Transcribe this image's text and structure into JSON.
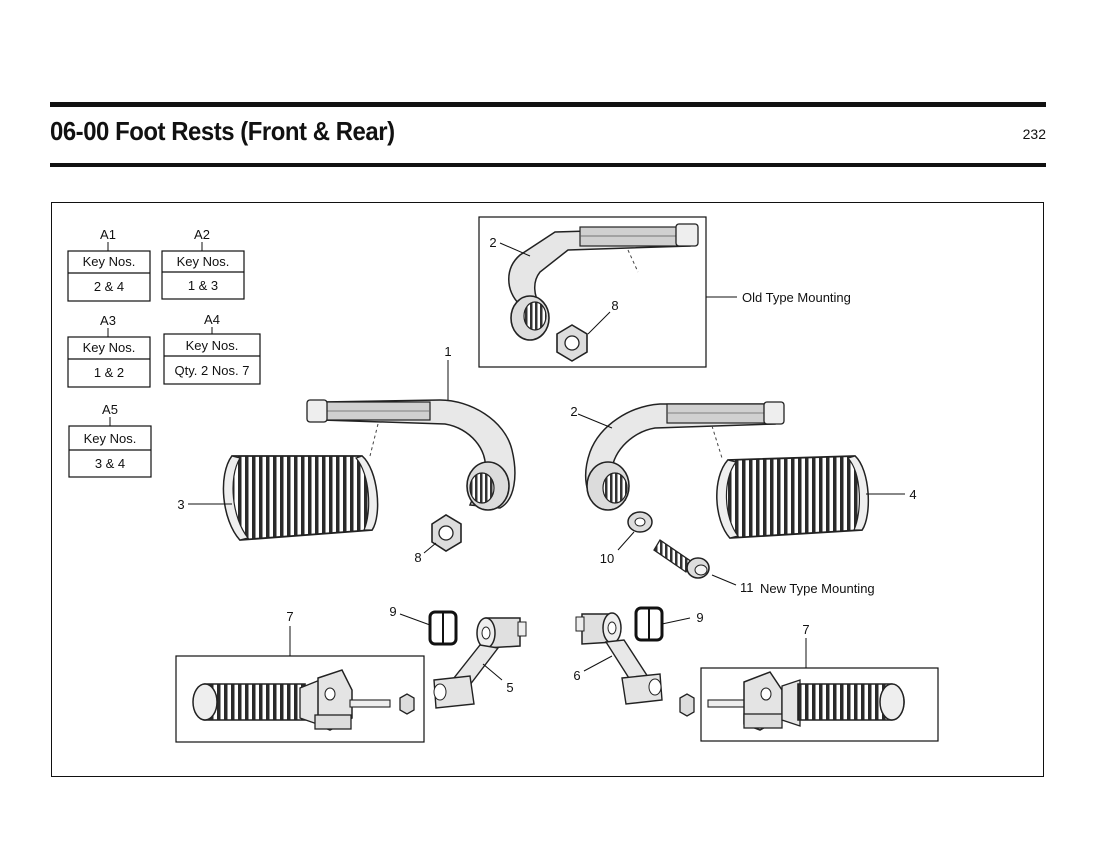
{
  "page": {
    "title": "06-00 Foot Rests (Front & Rear)",
    "number": "232"
  },
  "legend": [
    {
      "id": "A1",
      "header": "Key Nos.",
      "value": "2 & 4"
    },
    {
      "id": "A2",
      "header": "Key Nos.",
      "value": "1 & 3"
    },
    {
      "id": "A3",
      "header": "Key Nos.",
      "value": "1 & 2"
    },
    {
      "id": "A4",
      "header": "Key Nos.",
      "value": "Qty. 2 Nos. 7"
    },
    {
      "id": "A5",
      "header": "Key Nos.",
      "value": "3 & 4"
    }
  ],
  "callouts": {
    "old_type": "Old Type Mounting",
    "new_type": "New Type Mounting"
  },
  "key_numbers": {
    "n1": "1",
    "n2a": "2",
    "n2b": "2",
    "n3": "3",
    "n4": "4",
    "n5": "5",
    "n6": "6",
    "n7a": "7",
    "n7b": "7",
    "n8a": "8",
    "n8b": "8",
    "n9a": "9",
    "n9b": "9",
    "n10": "10",
    "n11": "11"
  }
}
